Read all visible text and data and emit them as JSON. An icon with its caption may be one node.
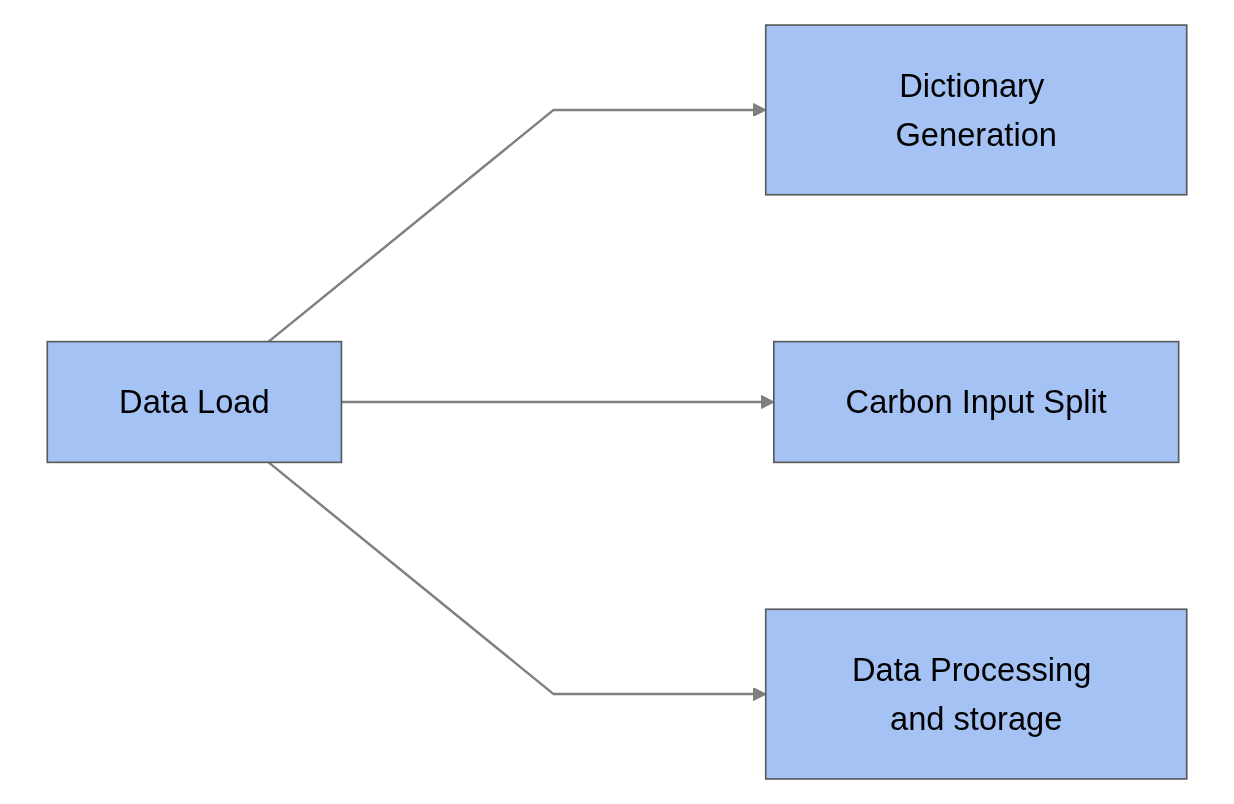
{
  "diagram": {
    "nodes": [
      {
        "text": [
          "Data Load"
        ]
      },
      {
        "text": [
          "Dictionary Generation"
        ]
      },
      {
        "text": [
          "Carbon Input Split"
        ]
      },
      {
        "text": [
          "Data Processing and storage"
        ]
      }
    ],
    "edges": [
      {
        "from": 0,
        "to": 1,
        "arrow": "to"
      },
      {
        "from": 0,
        "to": 2,
        "arrow": "to"
      },
      {
        "from": 0,
        "to": 3,
        "arrow": "to"
      }
    ]
  }
}
